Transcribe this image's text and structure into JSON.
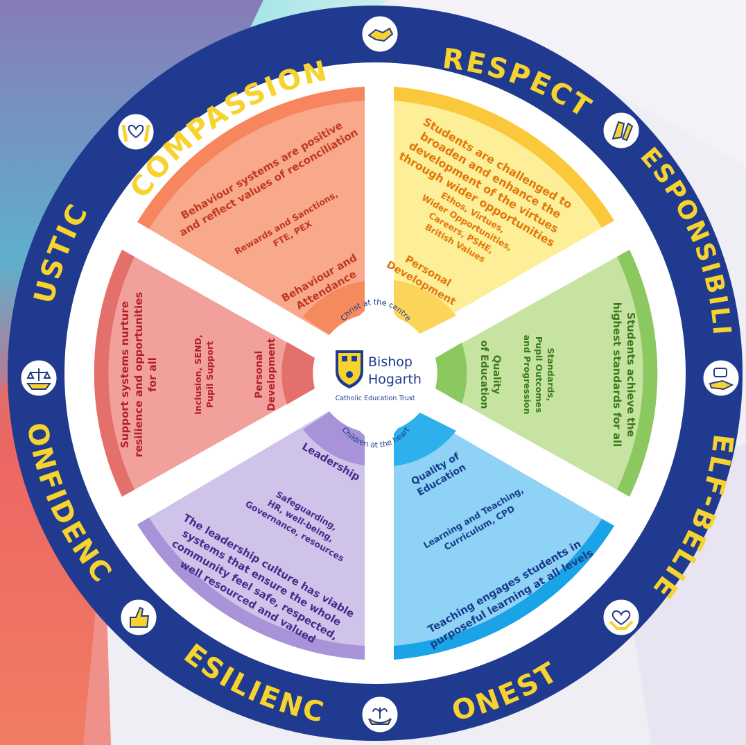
{
  "colors": {
    "ring": "#1f3a8f",
    "ring_text": "#f7d330",
    "separator": "#ffffff",
    "orange": "#f8a98c",
    "yellow": "#fdee98",
    "green": "#c6e3a2",
    "blue": "#8ed2f6",
    "purple": "#cfc3ea",
    "red": "#f2a09c"
  },
  "center": {
    "top_arc_text": "Christ at the centre",
    "name_line1": "Bishop",
    "name_line2": "Hogarth",
    "subtitle": "Catholic Education Trust",
    "bottom_arc_text": "Children at the heart"
  },
  "values": [
    {
      "label": "COMPASSION",
      "icon": "hands-heart-icon"
    },
    {
      "label": "RESPECT",
      "icon": "handshake-icon"
    },
    {
      "label": "RESPONSIBILITY",
      "icon": "clapping-hands-icon"
    },
    {
      "label": "SELF-BELIEF",
      "icon": "hand-scroll-icon"
    },
    {
      "label": "HONESTY",
      "icon": "heart-hands-icon"
    },
    {
      "label": "RESILIENCE",
      "icon": "hand-plant-icon"
    },
    {
      "label": "CONFIDENCE",
      "icon": "thumbs-up-icon"
    },
    {
      "label": "JUSTICE",
      "icon": "scales-hand-icon"
    }
  ],
  "segments": [
    {
      "key": "behaviour",
      "title_lines": [
        "Behaviour and",
        "Attendance"
      ],
      "detail_lines": [
        "Rewards and Sanctions,",
        "FTE, PEX"
      ],
      "statement_lines": [
        "Behaviour systems are positive",
        "and reflect values of reconciliation"
      ]
    },
    {
      "key": "personal-development-yellow",
      "title_lines": [
        "Personal",
        "Development"
      ],
      "detail_lines": [
        "Ethos, Virtues,",
        "Wider Opportunities,",
        "Careers, PSHE,",
        "British Values"
      ],
      "statement_lines": [
        "Students are challenged to",
        "broaden and enhance the",
        "development of the virtues",
        "through wider opportunities"
      ]
    },
    {
      "key": "quality-green",
      "title_lines": [
        "Quality",
        "of Education"
      ],
      "detail_lines": [
        "Standards,",
        "Pupil Outcomes",
        "and Progression"
      ],
      "statement_lines": [
        "Students achieve the",
        "highest standards for all"
      ]
    },
    {
      "key": "quality-blue",
      "title_lines": [
        "Quality of",
        "Education"
      ],
      "detail_lines": [
        "Learning and Teaching,",
        "Curriculum, CPD"
      ],
      "statement_lines": [
        "Teaching engages students in",
        "purposeful learning at all levels"
      ]
    },
    {
      "key": "leadership",
      "title_lines": [
        "Leadership"
      ],
      "detail_lines": [
        "Safeguarding,",
        "HR, well-being,",
        "Governance, resources"
      ],
      "statement_lines": [
        "The leadership culture has viable",
        "systems that ensure the whole",
        "community feel safe, respected,",
        "well resourced and valued"
      ]
    },
    {
      "key": "personal-development-red",
      "title_lines": [
        "Personal",
        "Development"
      ],
      "detail_lines": [
        "Inclusion, SEND,",
        "Pupil Support"
      ],
      "statement_lines": [
        "Support systems nurture",
        "resilience and opportunities",
        "for all"
      ]
    }
  ]
}
